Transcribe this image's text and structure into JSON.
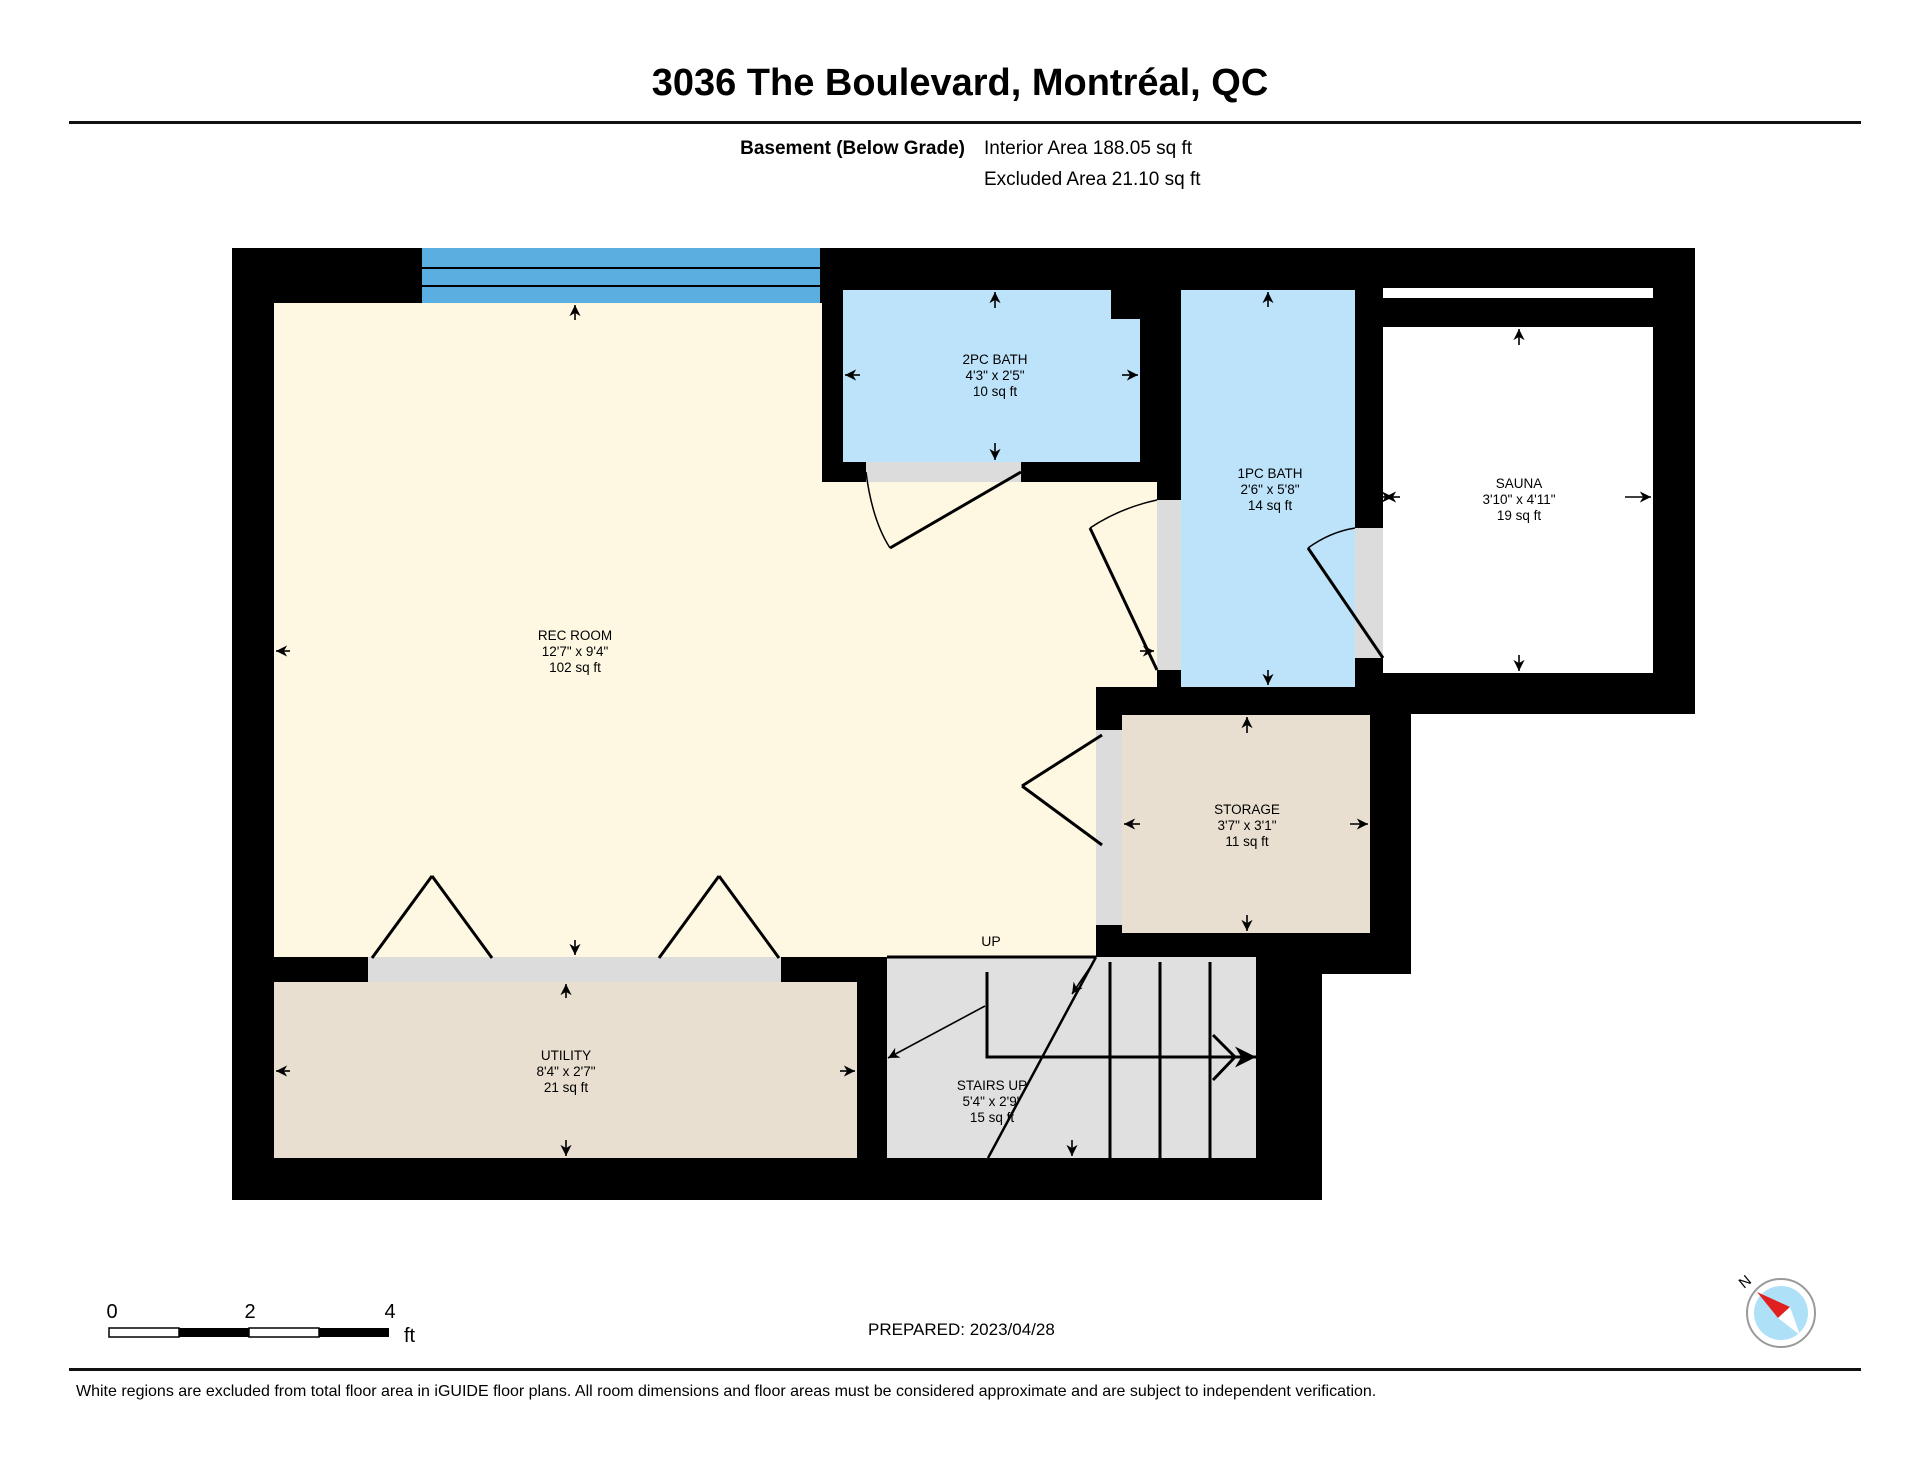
{
  "title": "3036 The Boulevard, Montréal, QC",
  "floor": {
    "label": "Basement (Below Grade)",
    "interior_area": "Interior Area 188.05 sq ft",
    "excluded_area": "Excluded Area 21.10 sq ft"
  },
  "rooms": [
    {
      "id": "rec-room",
      "name": "REC ROOM",
      "dims": "12'7\" x 9'4\"",
      "area": "102 sq ft"
    },
    {
      "id": "2pc-bath",
      "name": "2PC BATH",
      "dims": "4'3\" x 2'5\"",
      "area": "10 sq ft"
    },
    {
      "id": "1pc-bath",
      "name": "1PC BATH",
      "dims": "2'6\" x 5'8\"",
      "area": "14 sq ft"
    },
    {
      "id": "sauna",
      "name": "SAUNA",
      "dims": "3'10\" x 4'11\"",
      "area": "19 sq ft"
    },
    {
      "id": "storage",
      "name": "STORAGE",
      "dims": "3'7\" x 3'1\"",
      "area": "11 sq ft"
    },
    {
      "id": "utility",
      "name": "UTILITY",
      "dims": "8'4\" x 2'7\"",
      "area": "21 sq ft"
    },
    {
      "id": "stairs-up",
      "name": "STAIRS UP",
      "dims": "5'4\" x 2'9\"",
      "area": "15 sq ft"
    }
  ],
  "stairs_direction": "UP",
  "scale_bar": {
    "ticks": [
      "0",
      "2",
      "4"
    ],
    "unit": "ft"
  },
  "compass": {
    "north_label": "N"
  },
  "prepared": "PREPARED: 2023/04/28",
  "disclaimer": "White regions are excluded from total floor area in iGUIDE floor plans. All room dimensions and floor areas must be considered approximate and are subject to independent verification.",
  "colors": {
    "wall": "#000000",
    "rec_room": "#fef8e3",
    "bath": "#bde3fb",
    "storage": "#e8dfd0",
    "stairs": "#e0e0e0",
    "window": "#5aafe0",
    "threshold": "#dcdcdc",
    "excluded": "#ffffff"
  }
}
